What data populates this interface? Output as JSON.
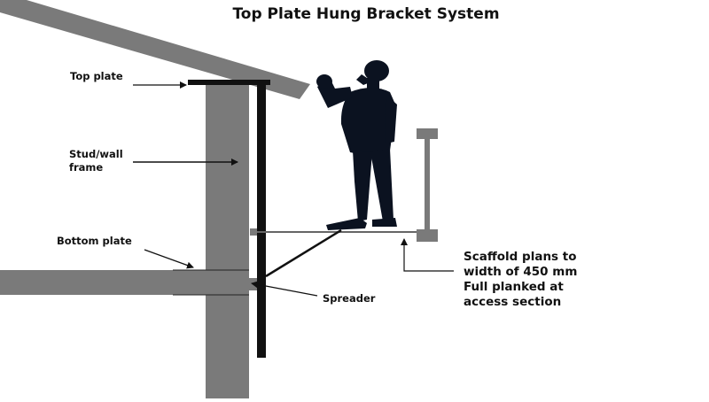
{
  "diagram": {
    "title": "Top Plate Hung Bracket System",
    "labels": {
      "top_plate": "Top plate",
      "stud_wall_frame_line1": "Stud/wall",
      "stud_wall_frame_line2": "frame",
      "bottom_plate": "Bottom plate",
      "spreader": "Spreader",
      "scaffold_line1": "Scaffold plans to",
      "scaffold_line2": "width of 450 mm",
      "scaffold_line3": "Full planked at",
      "scaffold_line4": "access section"
    },
    "colors": {
      "structure": "#7a7a7a",
      "bracket": "#111111",
      "silhouette": "#0b1220",
      "text": "#111111"
    }
  }
}
